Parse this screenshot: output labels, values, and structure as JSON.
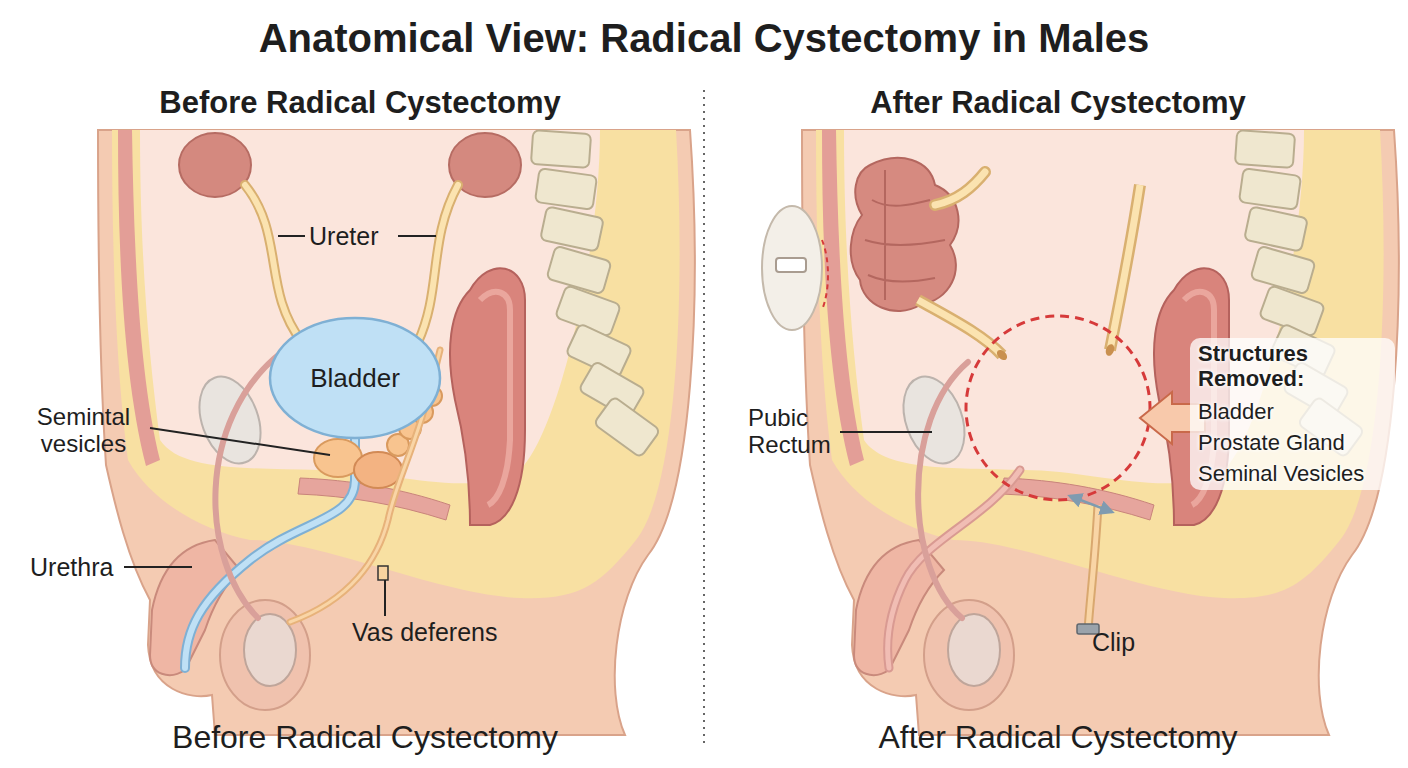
{
  "diagram": {
    "title": "Anatomical View: Radical Cystectomy in Males",
    "nodes": [
      {
        "text": [
          "Bladder"
        ]
      }
    ],
    "labels": [
      "Before Radical Cystectomy",
      "After Radical Cystectomy",
      "Ureter",
      "Semintal vesicles",
      "Urethra",
      "Vas deferens",
      "Pubic Rectum",
      "Structures Removed:",
      "Bladder",
      "Prostate Gland",
      "Seminal Vesicles",
      "Clip",
      "Before Radical Cystectomy",
      "After Radical Cystectomy"
    ]
  }
}
